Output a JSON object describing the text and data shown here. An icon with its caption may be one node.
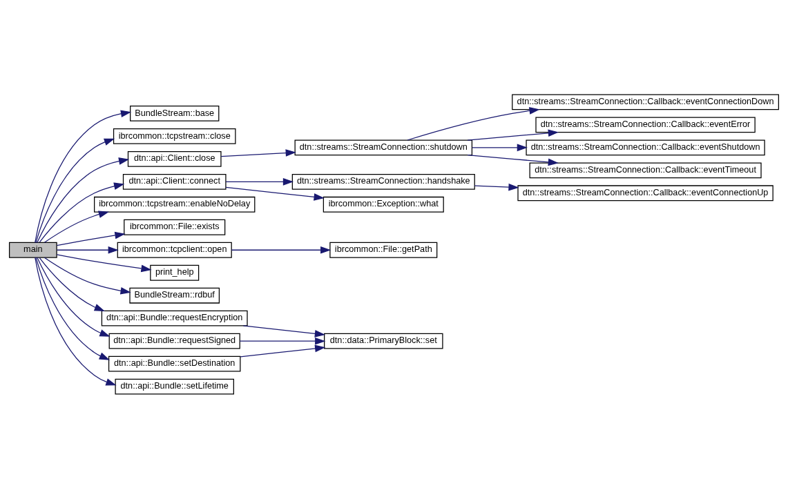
{
  "diagram": {
    "nodes": [
      {
        "text": [
          "main"
        ]
      },
      {
        "text": [
          "BundleStream::base"
        ]
      },
      {
        "text": [
          "ibrcommon::tcpstream::close"
        ]
      },
      {
        "text": [
          "dtn::api::Client::close"
        ]
      },
      {
        "text": [
          "dtn::streams::StreamConnection::shutdown"
        ]
      },
      {
        "text": [
          "dtn::streams::StreamConnection::Callback::eventConnectionDown"
        ]
      },
      {
        "text": [
          "dtn::streams::StreamConnection::Callback::eventError"
        ]
      },
      {
        "text": [
          "dtn::streams::StreamConnection::Callback::eventShutdown"
        ]
      },
      {
        "text": [
          "dtn::streams::StreamConnection::Callback::eventTimeout"
        ]
      },
      {
        "text": [
          "dtn::api::Client::connect"
        ]
      },
      {
        "text": [
          "dtn::streams::StreamConnection::handshake"
        ]
      },
      {
        "text": [
          "dtn::streams::StreamConnection::Callback::eventConnectionUp"
        ]
      },
      {
        "text": [
          "ibrcommon::Exception::what"
        ]
      },
      {
        "text": [
          "ibrcommon::tcpstream::enableNoDelay"
        ]
      },
      {
        "text": [
          "ibrcommon::File::exists"
        ]
      },
      {
        "text": [
          "ibrcommon::tcpclient::open"
        ]
      },
      {
        "text": [
          "ibrcommon::File::getPath"
        ]
      },
      {
        "text": [
          "print_help"
        ]
      },
      {
        "text": [
          "BundleStream::rdbuf"
        ]
      },
      {
        "text": [
          "dtn::api::Bundle::requestEncryption"
        ]
      },
      {
        "text": [
          "dtn::data::PrimaryBlock::set"
        ]
      },
      {
        "text": [
          "dtn::api::Bundle::requestSigned"
        ]
      },
      {
        "text": [
          "dtn::api::Bundle::setDestination"
        ]
      },
      {
        "text": [
          "dtn::api::Bundle::setLifetime"
        ]
      }
    ],
    "edges": [
      {
        "from": 0,
        "to": 1,
        "arrow": "to"
      },
      {
        "from": 0,
        "to": 2,
        "arrow": "to"
      },
      {
        "from": 0,
        "to": 3,
        "arrow": "to"
      },
      {
        "from": 3,
        "to": 4,
        "arrow": "to"
      },
      {
        "from": 4,
        "to": 5,
        "arrow": "to"
      },
      {
        "from": 4,
        "to": 6,
        "arrow": "to"
      },
      {
        "from": 4,
        "to": 7,
        "arrow": "to"
      },
      {
        "from": 4,
        "to": 8,
        "arrow": "to"
      },
      {
        "from": 0,
        "to": 9,
        "arrow": "to"
      },
      {
        "from": 9,
        "to": 10,
        "arrow": "to"
      },
      {
        "from": 10,
        "to": 11,
        "arrow": "to"
      },
      {
        "from": 9,
        "to": 12,
        "arrow": "to"
      },
      {
        "from": 0,
        "to": 13,
        "arrow": "to"
      },
      {
        "from": 0,
        "to": 14,
        "arrow": "to"
      },
      {
        "from": 0,
        "to": 15,
        "arrow": "to"
      },
      {
        "from": 15,
        "to": 16,
        "arrow": "to"
      },
      {
        "from": 0,
        "to": 17,
        "arrow": "to"
      },
      {
        "from": 0,
        "to": 18,
        "arrow": "to"
      },
      {
        "from": 0,
        "to": 19,
        "arrow": "to"
      },
      {
        "from": 19,
        "to": 20,
        "arrow": "to"
      },
      {
        "from": 0,
        "to": 21,
        "arrow": "to"
      },
      {
        "from": 21,
        "to": 20,
        "arrow": "to"
      },
      {
        "from": 0,
        "to": 22,
        "arrow": "to"
      },
      {
        "from": 22,
        "to": 20,
        "arrow": "to"
      },
      {
        "from": 0,
        "to": 23,
        "arrow": "to"
      }
    ]
  }
}
